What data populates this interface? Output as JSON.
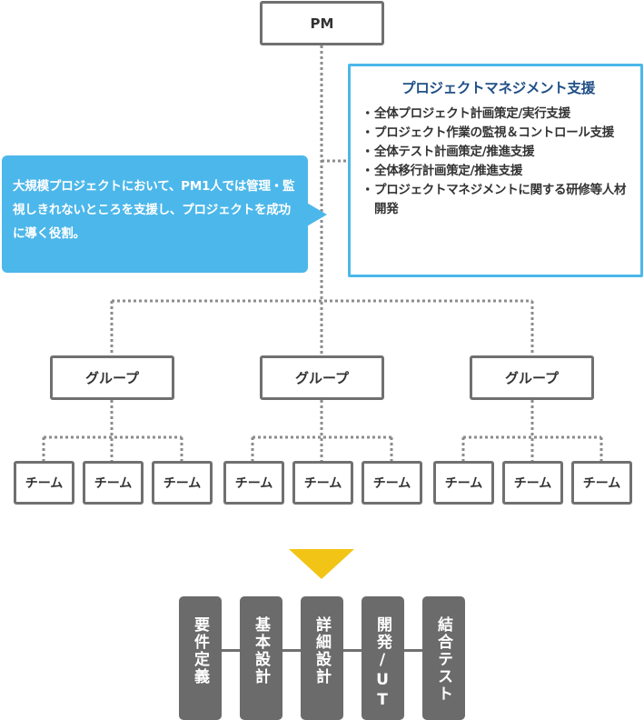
{
  "colors": {
    "box_border": "#707070",
    "callout_bg": "#4cb7ea",
    "support_border": "#4cb7ea",
    "support_title": "#1f4f86",
    "arrow": "#f2c416",
    "phase_bg": "#6b6b6b"
  },
  "pm": {
    "label": "PM"
  },
  "callout": {
    "text": "大規模プロジェクトにおいて、PM1人では管理・監視しきれないところを支援し、プロジェクトを成功に導く役割。"
  },
  "support": {
    "title": "プロジェクトマネジメント支援",
    "items": [
      "全体プロジェクト計画策定/実行支援",
      "プロジェクト作業の監視＆コントロール支援",
      "全体テスト計画策定/推進支援",
      "全体移行計画策定/推進支援",
      "プロジェクトマネジメントに関する研修等人材開発"
    ]
  },
  "groups": [
    {
      "label": "グループ",
      "teams": [
        "チーム",
        "チーム",
        "チーム"
      ]
    },
    {
      "label": "グループ",
      "teams": [
        "チーム",
        "チーム",
        "チーム"
      ]
    },
    {
      "label": "グループ",
      "teams": [
        "チーム",
        "チーム",
        "チーム"
      ]
    }
  ],
  "phases": [
    "要件定義",
    "基本設計",
    "詳細設計",
    "開発/UT",
    "結合テスト"
  ]
}
